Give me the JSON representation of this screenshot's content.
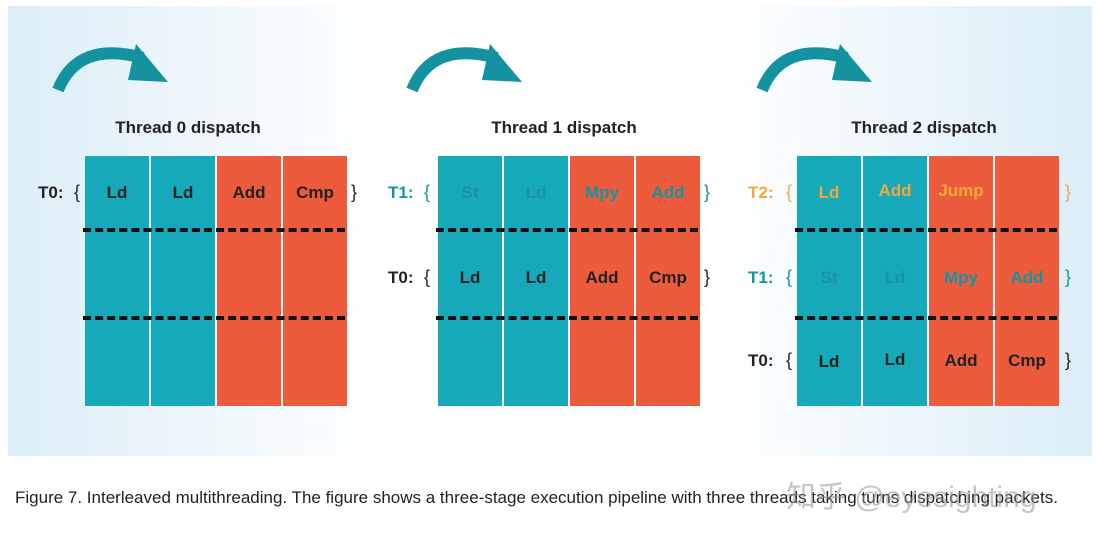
{
  "panels": [
    {
      "title": "Thread 0 dispatch",
      "rows": [
        {
          "label": "T0:",
          "open": "{",
          "close": "}",
          "cells": [
            "Ld",
            "Ld",
            "Add",
            "Cmp"
          ]
        }
      ]
    },
    {
      "title": "Thread 1 dispatch",
      "rows": [
        {
          "label": "T1:",
          "open": "{",
          "close": "}",
          "cells": [
            "St",
            "Ld",
            "Mpy",
            "Add"
          ]
        },
        {
          "label": "T0:",
          "open": "{",
          "close": "}",
          "cells": [
            "Ld",
            "Ld",
            "Add",
            "Cmp"
          ]
        }
      ]
    },
    {
      "title": "Thread 2 dispatch",
      "rows": [
        {
          "label": "T2:",
          "open": "{",
          "close": "}",
          "cells": [
            "Ld",
            "Add",
            "Jump",
            ""
          ]
        },
        {
          "label": "T1:",
          "open": "{",
          "close": "}",
          "cells": [
            "St",
            "Ld",
            "Mpy",
            "Add"
          ]
        },
        {
          "label": "T0:",
          "open": "{",
          "close": "}",
          "cells": [
            "Ld",
            "Ld",
            "Add",
            "Cmp"
          ]
        }
      ]
    }
  ],
  "colors": {
    "teal": "#16a9b9",
    "orange": "#ec5b3b",
    "t1_text": "#16939f",
    "t2_text": "#f2a93b"
  },
  "caption": "Figure 7. Interleaved multithreading. The figure shows a three-stage execution pipeline with three threads taking turns dispatching packets.",
  "watermark": "知乎 @eyesighting"
}
